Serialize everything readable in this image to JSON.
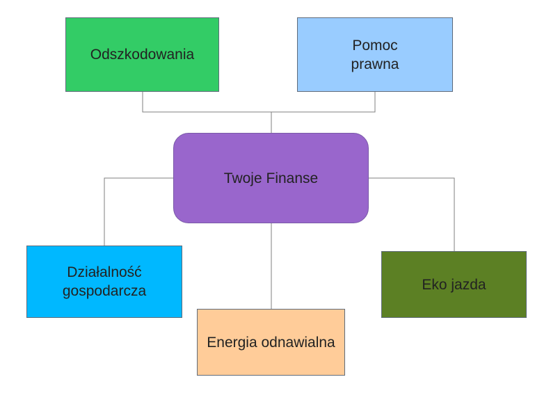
{
  "center": {
    "label": "Twoje Finanse",
    "color": "#9966cc"
  },
  "nodes": [
    {
      "id": "odszkodowania",
      "label": "Odszkodowania",
      "color": "#33cc66"
    },
    {
      "id": "pomoc-prawna",
      "label": "Pomoc\nprawna",
      "color": "#99ccff"
    },
    {
      "id": "dzialalnosc",
      "label": "Działalność\ngospodarcza",
      "color": "#00b8ff"
    },
    {
      "id": "energia",
      "label": "Energia odnawialna",
      "color": "#ffcc99"
    },
    {
      "id": "eko-jazda",
      "label": "Eko jazda",
      "color": "#5c8024"
    }
  ],
  "connector_color": "#7f7f7f"
}
